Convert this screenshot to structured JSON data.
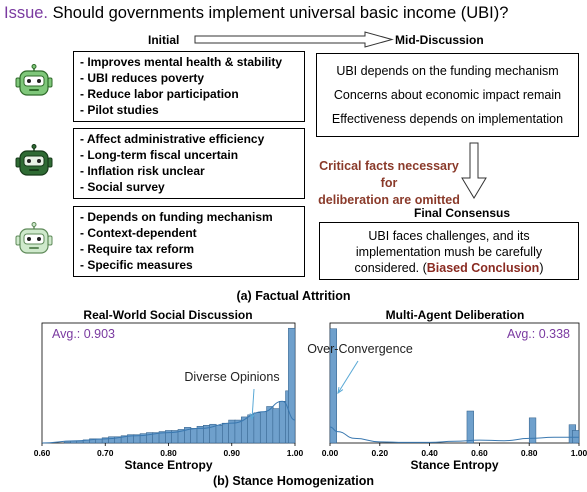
{
  "issue": {
    "label": "Issue.",
    "text": "Should governments implement universal basic income (UBI)?"
  },
  "headers": {
    "initial": "Initial",
    "mid": "Mid-Discussion",
    "final": "Final Consensus"
  },
  "agents": [
    {
      "color": "#7fc77a",
      "stroke": "#2f6b2a",
      "points": [
        "- Improves mental health & stability",
        "- UBI reduces poverty",
        "- Reduce labor participation",
        "- Pilot studies"
      ]
    },
    {
      "color": "#2f6b34",
      "stroke": "#163a19",
      "points": [
        "- Affect administrative efficiency",
        "- Long-term fiscal uncertain",
        "- Inflation risk unclear",
        "- Social survey"
      ]
    },
    {
      "color": "#cfe9cc",
      "stroke": "#5f8a5a",
      "points": [
        "- Depends on funding mechanism",
        "- Context-dependent",
        "- Require tax reform",
        "- Specific measures"
      ]
    }
  ],
  "mid_points": [
    "UBI depends on the funding mechanism",
    "Concerns about economic impact remain",
    "Effectiveness depends on implementation"
  ],
  "omitted": {
    "line1": "Critical facts necessary for",
    "line2": "deliberation are omitted"
  },
  "final": {
    "line1": "UBI faces challenges, and its",
    "line2": "implementation mush be carefully",
    "line3_pre": "considered. (",
    "line3_red": "Biased Conclusion",
    "line3_post": ")"
  },
  "caption_a": "(a) Factual Attrition",
  "caption_b": "(b) Stance Homogenization",
  "chart_data": [
    {
      "type": "bar",
      "title": "Real-World Social Discussion",
      "xlabel": "Stance Entropy",
      "xlim": [
        0.6,
        1.0
      ],
      "xticks": [
        "0.60",
        "0.70",
        "0.80",
        "0.90",
        "1.00"
      ],
      "avg": "Avg.: 0.903",
      "annotation": "Diverse Opinions",
      "bin_width": 0.0105,
      "bins_x": [
        0.635,
        0.645,
        0.655,
        0.665,
        0.675,
        0.685,
        0.695,
        0.705,
        0.715,
        0.725,
        0.735,
        0.745,
        0.755,
        0.765,
        0.775,
        0.785,
        0.795,
        0.805,
        0.815,
        0.825,
        0.835,
        0.845,
        0.855,
        0.865,
        0.875,
        0.885,
        0.895,
        0.905,
        0.915,
        0.925,
        0.935,
        0.945,
        0.955,
        0.965,
        0.975,
        0.985,
        0.995
      ],
      "counts": [
        1,
        2,
        2,
        3,
        4,
        4,
        5,
        6,
        6,
        7,
        8,
        8,
        9,
        10,
        10,
        11,
        12,
        12,
        13,
        15,
        14,
        16,
        17,
        18,
        17,
        19,
        22,
        22,
        25,
        27,
        29,
        30,
        35,
        33,
        40,
        50,
        110
      ],
      "kde_x": [
        0.6,
        0.65,
        0.7,
        0.75,
        0.8,
        0.85,
        0.9,
        0.95,
        0.98,
        1.0
      ],
      "kde_y": [
        0,
        2,
        4,
        7,
        10,
        14,
        19,
        30,
        40,
        22
      ],
      "ymax": 115
    },
    {
      "type": "bar",
      "title": "Multi-Agent Deliberation",
      "xlabel": "Stance Entropy",
      "xlim": [
        0.0,
        1.0
      ],
      "xticks": [
        "0.00",
        "0.20",
        "0.40",
        "0.60",
        "0.80",
        "1.00"
      ],
      "avg": "Avg.: 0.338",
      "annotation": "Over-Convergence",
      "bin_width": 0.027,
      "bins_x": [
        0.0,
        0.55,
        0.8,
        0.96,
        0.99
      ],
      "counts": [
        100,
        28,
        22,
        16,
        11
      ],
      "kde_x": [
        0.0,
        0.03,
        0.1,
        0.2,
        0.3,
        0.4,
        0.5,
        0.6,
        0.7,
        0.8,
        0.9,
        1.0
      ],
      "kde_y": [
        14,
        10,
        4,
        1,
        0.5,
        0.5,
        1.5,
        2.5,
        2,
        4,
        5,
        5
      ],
      "ymax": 105
    }
  ]
}
